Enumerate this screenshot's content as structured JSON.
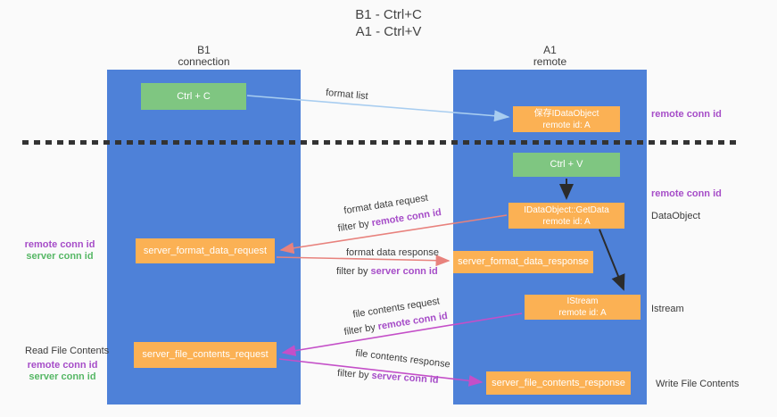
{
  "title": {
    "line1": "B1 - Ctrl+C",
    "line2": "A1 - Ctrl+V"
  },
  "columns": {
    "b1": {
      "title": "B1",
      "subtitle": "connection"
    },
    "a1": {
      "title": "A1",
      "subtitle": "remote"
    }
  },
  "nodes": {
    "ctrl_c": "Ctrl + C",
    "ctrl_v": "Ctrl + V",
    "save_dataobject_l1": "保存IDataObject",
    "save_dataobject_l2": "remote id: A",
    "getdata_l1": "IDataObject::GetData",
    "getdata_l2": "remote id: A",
    "istream_l1": "IStream",
    "istream_l2": "remote id: A",
    "format_request": "server_format_data_request",
    "format_response": "server_format_data_response",
    "file_request": "server_file_contents_request",
    "file_response": "server_file_contents_response"
  },
  "side_labels": {
    "remote_conn_id_top": "remote conn id",
    "remote_conn_id_mid": "remote conn id",
    "dataobject": "DataObject",
    "istream": "Istream",
    "write_file_contents": "Write File Contents",
    "read_file_contents": "Read File Contents",
    "left_remote_1": "remote conn id",
    "left_server_1": "server conn id",
    "left_remote_2": "remote conn id",
    "left_server_2": "server conn id"
  },
  "arrow_labels": {
    "format_list": "format list",
    "format_request": "format data request",
    "format_request_filter_prefix": "filter by ",
    "format_request_filter_key": "remote conn id",
    "format_response": "format data response",
    "format_response_filter_prefix": "filter by ",
    "format_response_filter_key": "server conn id",
    "file_request": "file contents request",
    "file_request_filter_prefix": "filter by ",
    "file_request_filter_key": "remote conn id",
    "file_response": "file contents response",
    "file_response_filter_prefix": "filter by ",
    "file_response_filter_key": "server conn id"
  },
  "colors": {
    "background": "#fafafa",
    "column_blue": "#4e81d8",
    "box_green": "#7fc681",
    "box_orange": "#fbb154",
    "arrow_salmon": "#e8827d",
    "arrow_magenta": "#c44fc8",
    "arrow_lightblue": "#a8cdf0",
    "arrow_black": "#2b2b2b",
    "text_purple": "#a64dc8",
    "text_green": "#56b765",
    "text_dark": "#3b3b3b"
  }
}
